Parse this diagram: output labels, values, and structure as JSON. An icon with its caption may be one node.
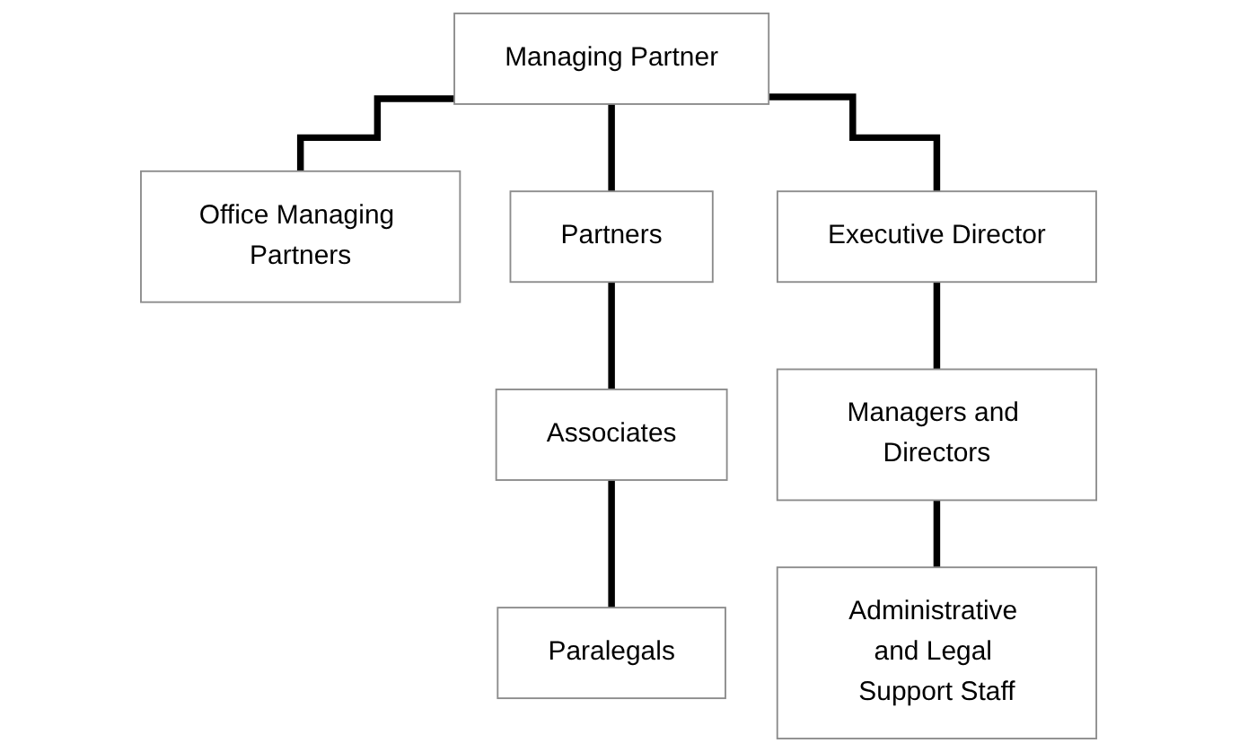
{
  "diagram": {
    "nodes": [
      {
        "text": [
          "Managing Partner"
        ]
      },
      {
        "text": [
          "Office Managing Partners"
        ]
      },
      {
        "text": [
          "Partners"
        ]
      },
      {
        "text": [
          "Executive Director"
        ]
      },
      {
        "text": [
          "Associates"
        ]
      },
      {
        "text": [
          "Managers and Directors"
        ]
      },
      {
        "text": [
          "Paralegals"
        ]
      },
      {
        "text": [
          "Administrative and Legal Support Staff"
        ]
      }
    ],
    "edges": [
      {
        "from": 0,
        "to": 1,
        "arrow": "none"
      },
      {
        "from": 0,
        "to": 2,
        "arrow": "none"
      },
      {
        "from": 0,
        "to": 3,
        "arrow": "none"
      },
      {
        "from": 2,
        "to": 4,
        "arrow": "none"
      },
      {
        "from": 4,
        "to": 6,
        "arrow": "none"
      },
      {
        "from": 3,
        "to": 5,
        "arrow": "none"
      },
      {
        "from": 5,
        "to": 7,
        "arrow": "none"
      }
    ]
  }
}
